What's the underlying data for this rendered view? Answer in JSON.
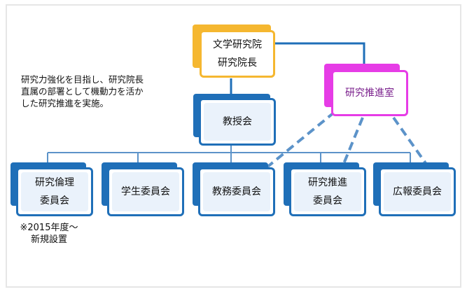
{
  "colors": {
    "blue": "#1f6fb8",
    "yellow": "#f5b730",
    "magenta": "#e63ce6",
    "dash": "#5c93c9",
    "panel_fill": "#eaf2fb"
  },
  "top": {
    "line1": "文学研究院",
    "line2": "研究院長"
  },
  "promo": {
    "label": "研究推進室"
  },
  "faculty": {
    "label": "教授会"
  },
  "description": {
    "line1": "研究力強化を目指し、研究院長",
    "line2": "直属の部署として機動力を活か",
    "line3": "した研究推進を実施。"
  },
  "committees": [
    {
      "line1": "研究倫理",
      "line2": "委員会"
    },
    {
      "line1": "学生委員会",
      "line2": ""
    },
    {
      "line1": "教務委員会",
      "line2": ""
    },
    {
      "line1": "研究推進",
      "line2": "委員会"
    },
    {
      "line1": "広報委員会",
      "line2": ""
    }
  ],
  "footnote": {
    "line1": "※2015年度～",
    "line2": "新規設置"
  }
}
